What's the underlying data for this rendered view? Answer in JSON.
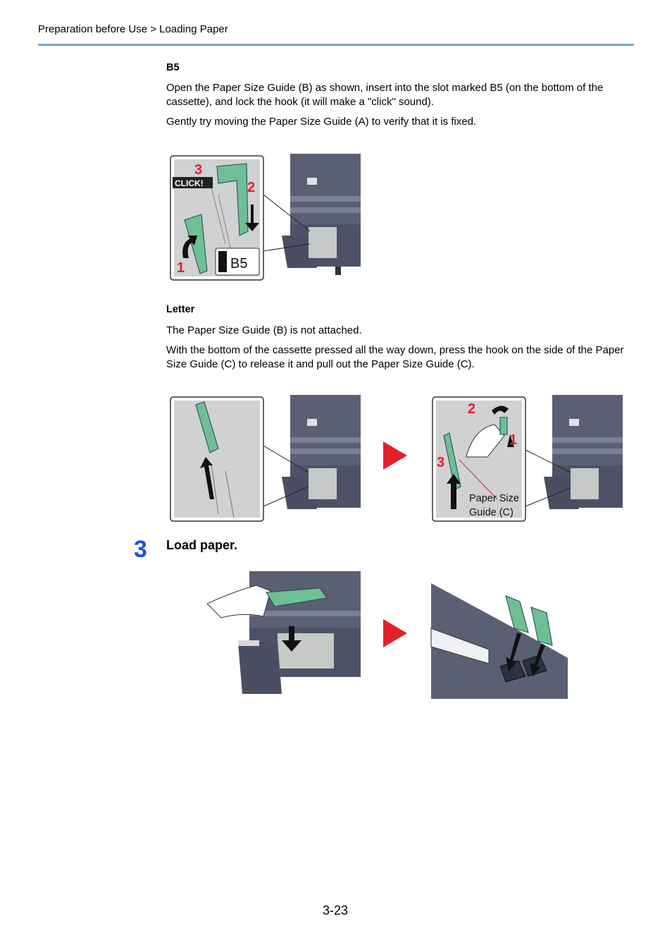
{
  "header": {
    "breadcrumb": "Preparation before Use > Loading Paper"
  },
  "sections": {
    "b5": {
      "heading": "B5",
      "p1": "Open the Paper Size Guide (B) as shown, insert into the slot marked B5 (on the bottom of the cassette), and lock the hook (it will make a \"click\" sound).",
      "p2": "Gently try moving the Paper Size Guide (A) to verify that it is fixed.",
      "fig": {
        "num_1": "1",
        "num_2": "2",
        "num_3": "3",
        "click": "CLICK!",
        "slot_label": "B5"
      }
    },
    "letter": {
      "heading": "Letter",
      "p1": "The Paper Size Guide (B) is not attached.",
      "p2": "With the bottom of the cassette pressed all the way down, press the hook on the side of the Paper Size Guide (C) to release it and pull out the Paper Size Guide (C).",
      "fig": {
        "num_1": "1",
        "num_2": "2",
        "num_3": "3",
        "callout_line1": "Paper Size",
        "callout_line2": "Guide (C)"
      }
    }
  },
  "step3": {
    "number": "3",
    "title": "Load paper."
  },
  "footer": {
    "page_number": "3-23"
  },
  "colors": {
    "accent_blue": "#1a56d6",
    "rule_blue": "#7aa4dd",
    "arrow_red": "#e3202a",
    "guide_green": "#6fbf95",
    "machine_gray": "#5b5f73"
  }
}
